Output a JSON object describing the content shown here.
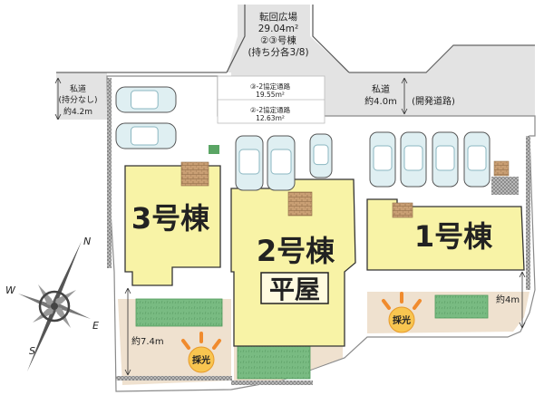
{
  "turnaround": {
    "line1": "転回広場",
    "line2": "29.04m²",
    "line3": "②③号棟",
    "line4": "(持ち分各3/8)"
  },
  "private_road_left": {
    "line1": "私道",
    "line2": "(持分なし)",
    "line3": "約4.2m"
  },
  "setback_3": {
    "line1": "③-2協定通路",
    "line2": "19.55m²"
  },
  "setback_2": {
    "line1": "②-2協定通路",
    "line2": "12.63m²"
  },
  "private_road_right": {
    "line1": "私道",
    "line2": "約4.0m",
    "line3": "(開発道路)"
  },
  "house3": {
    "label": "3号棟"
  },
  "house2": {
    "label": "2号棟",
    "sub": "平屋"
  },
  "house1": {
    "label": "1号棟"
  },
  "dim_bottom_left": "約7.4m",
  "dim_right": "約4m",
  "lighting_left": "採光",
  "lighting_right": "採光",
  "compass": {
    "n": "N",
    "e": "E",
    "s": "S",
    "w": "W"
  },
  "colors": {
    "house_fill": "#f8f3a6",
    "house_stroke": "#333333",
    "road_fill": "#e2e2e2",
    "lot_fill": "#ffffff",
    "garden_fill": "#eedfca",
    "lawn_fill": "#7fbf86",
    "lawn_stroke": "#4e9a5a",
    "wall": "#9a9a9a",
    "brick": "#c79a6c",
    "car_fill": "#dfeff2",
    "car_stroke": "#8bb7c1",
    "sun": "#f6b33a"
  }
}
